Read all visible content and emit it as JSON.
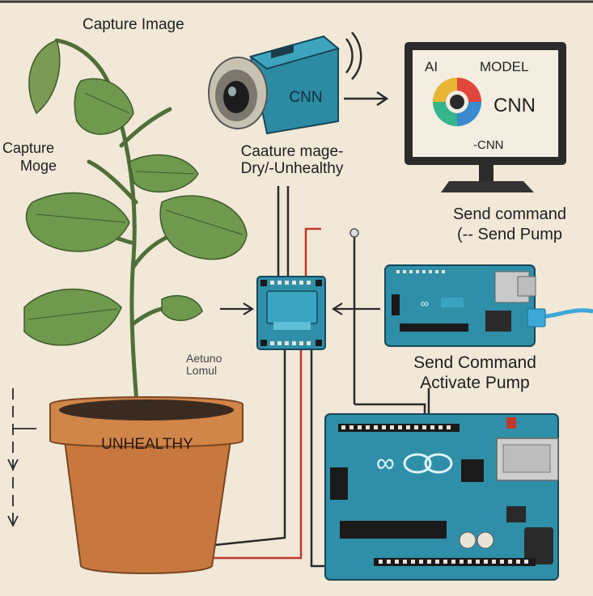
{
  "labels": {
    "capture_image_top": "Capture Image",
    "capture_moge_line1": "Capture",
    "capture_moge_line2": "Moge",
    "caature_mage": "Caature mage-",
    "dry_unhealthy": "Dry/-Unhealthy",
    "ai_model_left": "AI",
    "ai_model_right": "MODEL",
    "monitor_cnn": "CNN",
    "monitor_sub_cnn": "-CNN",
    "camera_cnn": "CNN",
    "send_command_top_line1": "Send command",
    "send_command_top_line2": "(-- Send  Pump",
    "send_command_bottom_line1": "Send Command",
    "send_command_bottom_line2": "Activate Pump",
    "aetuno_line1": "Aetuno",
    "aetuno_line2": "Lomul",
    "pot_label": "UNHEALTHY"
  },
  "colors": {
    "background": "#f1e8d8",
    "arduino": "#2f8fa8",
    "camera": "#2c8ba3",
    "pot": "#c8783f",
    "leaf": "#6f9a4e",
    "wire_red": "#c03a2b",
    "wire_black": "#2a2a2a"
  },
  "icons": [
    "camera-icon",
    "monitor-icon",
    "plant-icon",
    "pot-icon",
    "relay-module-icon",
    "arduino-board-icon",
    "usb-cable-icon"
  ]
}
